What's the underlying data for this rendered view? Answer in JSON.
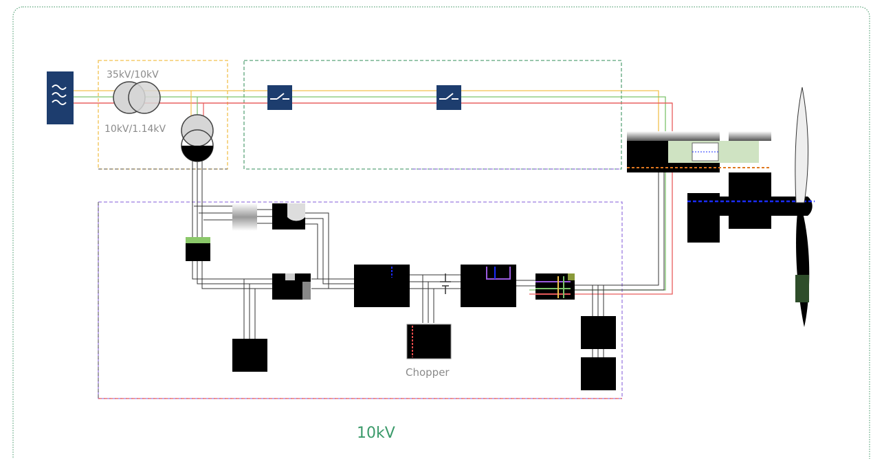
{
  "labels": {
    "hv_transformer": "35kV/10kV",
    "lv_transformer": "10kV/1.14kV",
    "chopper": "Chopper",
    "system_voltage": "10kV"
  },
  "colors": {
    "frame_border": "#5aa37a",
    "phase_a": "#f2c14e",
    "phase_b": "#7cc36b",
    "phase_c": "#e85a5a",
    "cable": "#333333",
    "navy": "#1d3d6e",
    "label_gray": "#8a8a8a",
    "voltage_green": "#3b9a6a",
    "box_orange": "#f2c14e",
    "box_green": "#5aa37a",
    "box_purple": "#9b7be0"
  },
  "icons": {
    "grid_source": "ac-grid-icon",
    "breaker_1": "circuit-breaker-icon",
    "breaker_2": "circuit-breaker-icon"
  }
}
